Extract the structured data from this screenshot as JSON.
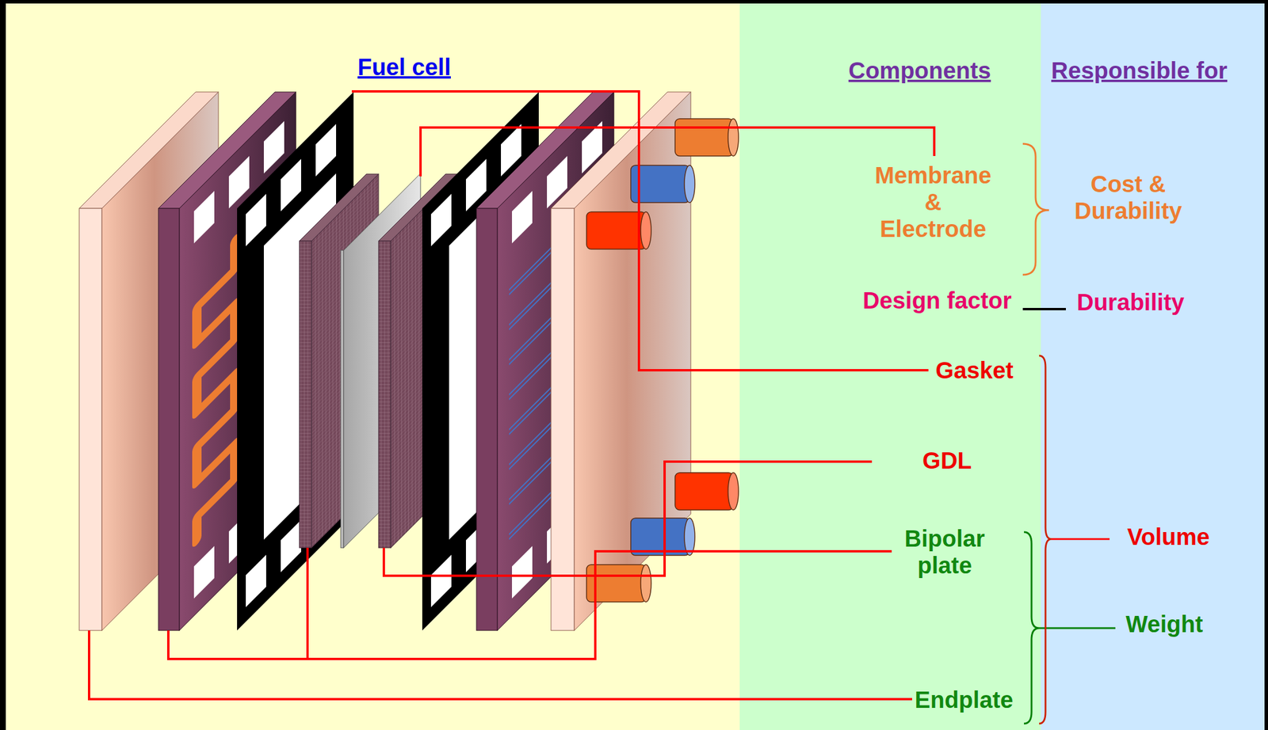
{
  "diagram": {
    "title": "Fuel cell",
    "labels": [
      "Components",
      "Responsible for",
      "Membrane & Electrode",
      "Cost & Durability",
      "Design factor",
      "Durability",
      "Gasket",
      "GDL",
      "Bipolar plate",
      "Volume",
      "Weight",
      "Endplate"
    ]
  }
}
